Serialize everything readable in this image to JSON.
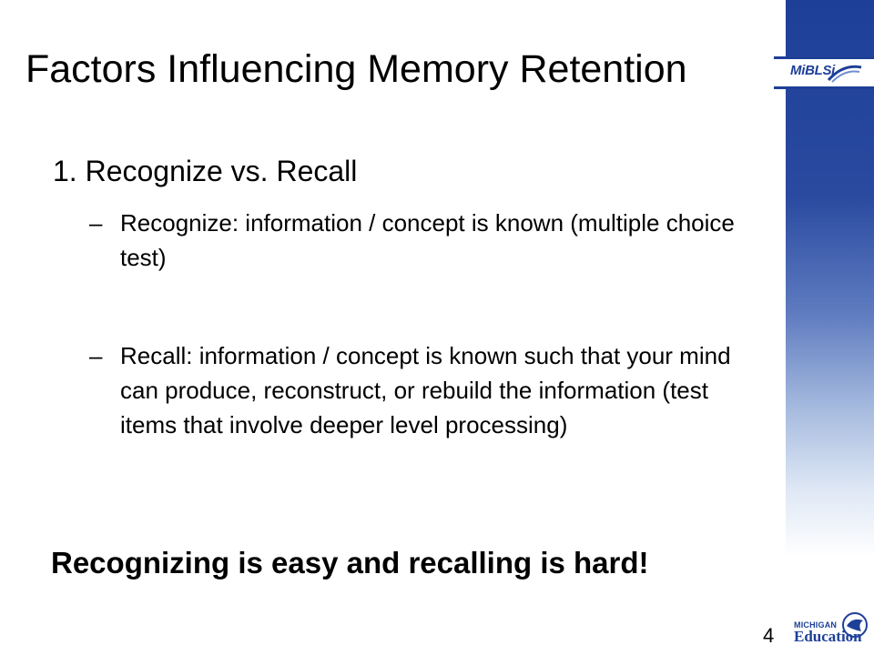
{
  "slide": {
    "title": "Factors Influencing Memory Retention",
    "item1": "1.  Recognize vs. Recall",
    "sub_dash": "–",
    "sub1": "Recognize: information / concept is known (multiple choice test)",
    "sub2": "Recall: information / concept is known such that your mind can produce, reconstruct, or rebuild the information (test items that involve deeper level processing)",
    "emphasis": "Recognizing is easy and recalling is hard!",
    "page_number": "4"
  },
  "logos": {
    "top_logo_text": "MiBLSi",
    "bottom_logo_small": "MICHIGAN",
    "bottom_logo_big": "Education"
  },
  "colors": {
    "brand_blue": "#1e3f98",
    "background": "#ffffff",
    "text": "#000000"
  }
}
